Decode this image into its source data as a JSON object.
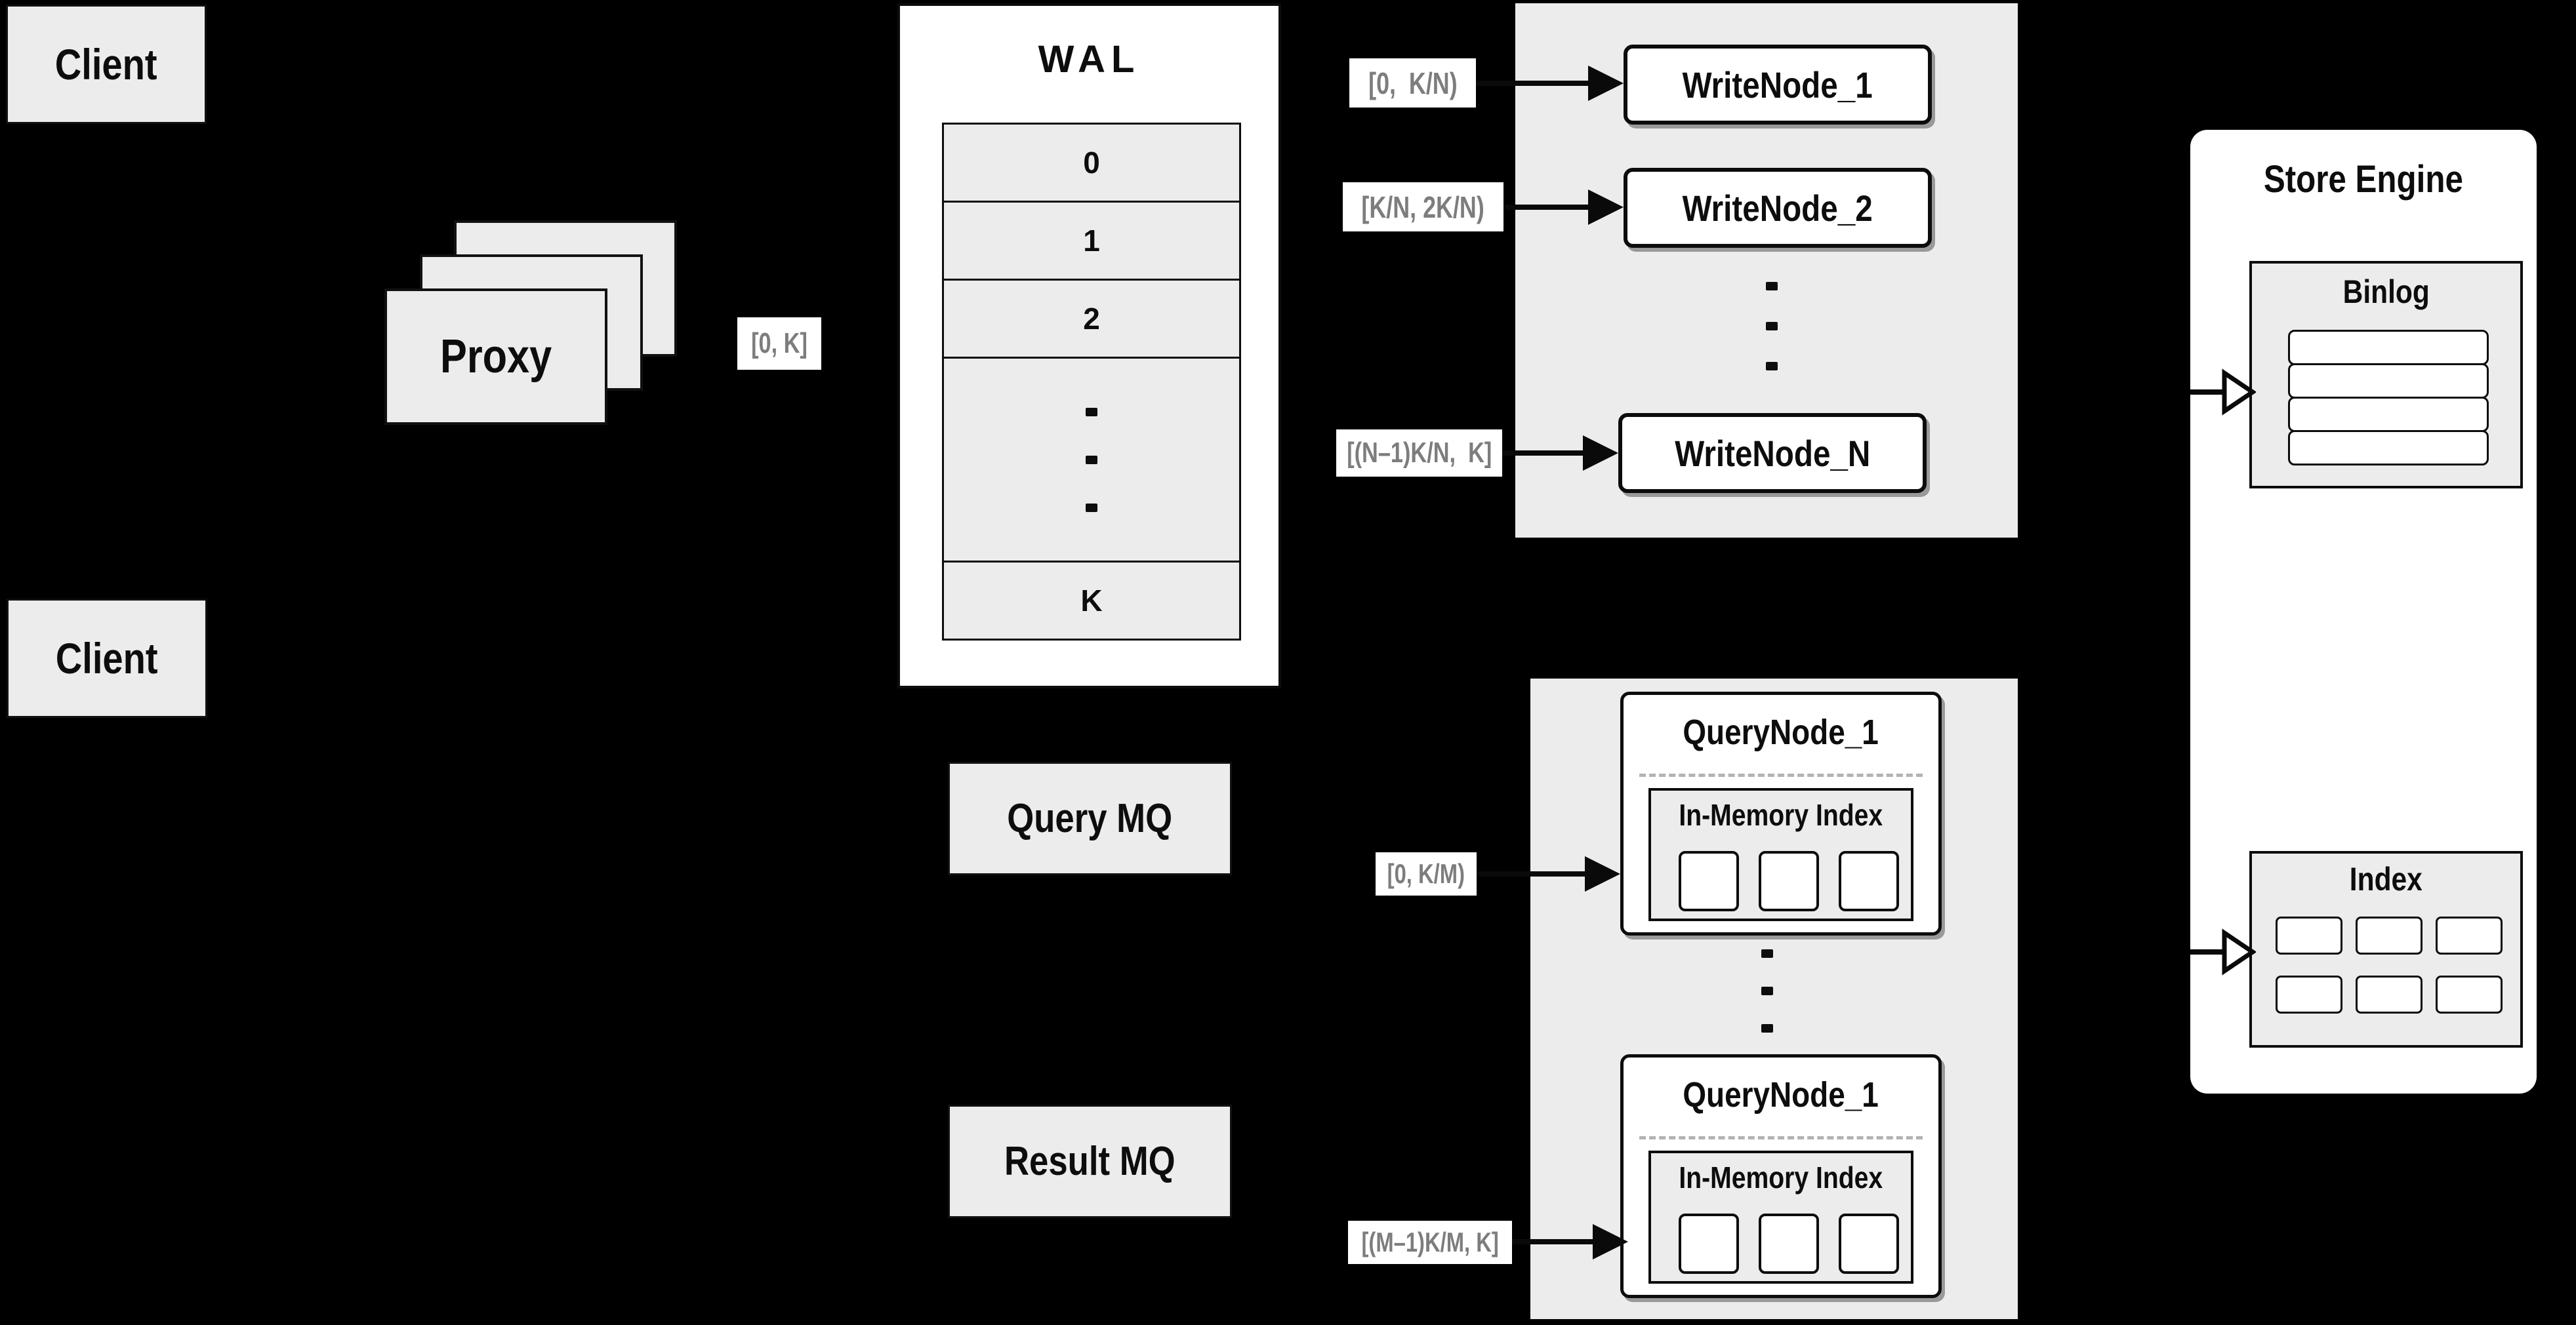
{
  "colors": {
    "background": "#000000",
    "panel_gray": "#ececec",
    "box_white": "#ffffff",
    "ink": "#0d0d0d",
    "label_text": "#7d7d7d",
    "dashed_line": "#b3b3b3"
  },
  "clients": {
    "top": "Client",
    "bottom": "Client"
  },
  "proxy": {
    "label": "Proxy"
  },
  "wal": {
    "title": "WAL",
    "rows": [
      "0",
      "1",
      "2"
    ],
    "row_last": "K"
  },
  "range_labels": {
    "proxy_to_wal": "[0, K]",
    "write_node_1": "[0,  K/N)",
    "write_node_2": "[K/N, 2K/N)",
    "write_node_n": "[(N–1)K/N,  K]",
    "query_node_1": "[0, K/M)",
    "query_node_m": "[(M–1)K/M, K]"
  },
  "write_nodes": {
    "node_1": "WriteNode_1",
    "node_2": "WriteNode_2",
    "node_n": "WriteNode_N"
  },
  "query_nodes": {
    "node_top": "QueryNode_1",
    "node_bottom": "QueryNode_1",
    "in_memory_index": "In-Memory Index"
  },
  "mq": {
    "query": "Query MQ",
    "result": "Result MQ"
  },
  "store_engine": {
    "title": "Store Engine",
    "binlog": "Binlog",
    "index": "Index"
  }
}
